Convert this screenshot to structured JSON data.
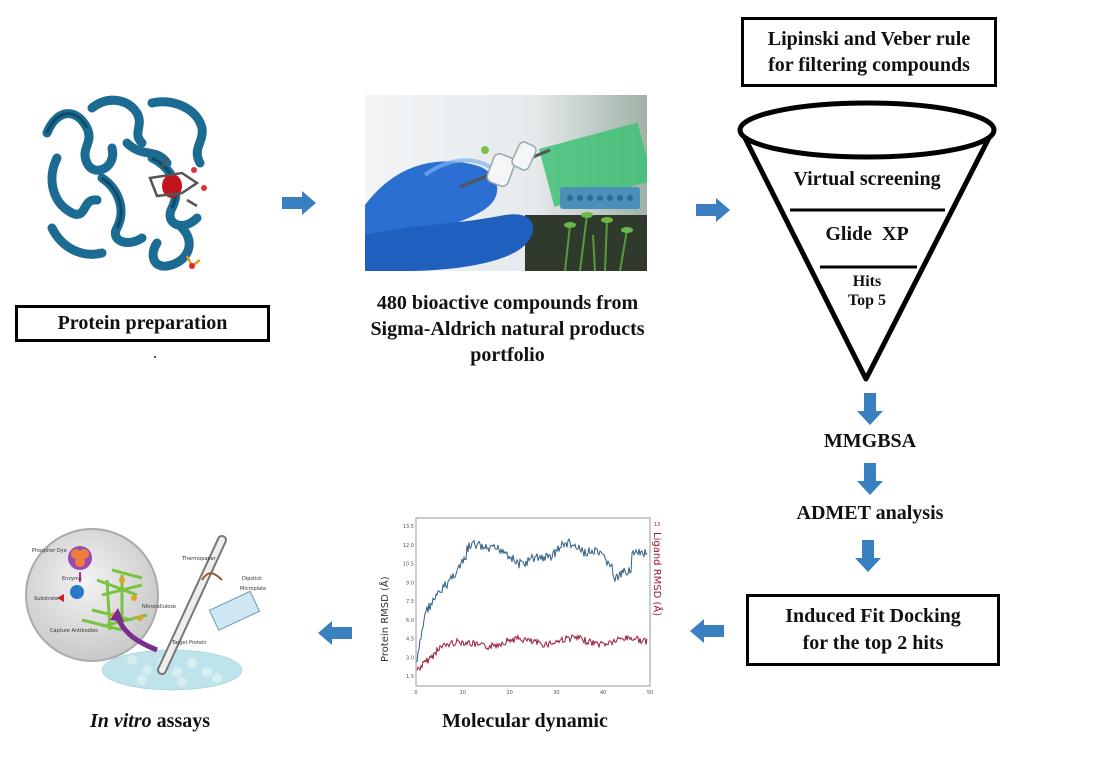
{
  "steps": {
    "protein_preparation": "Protein preparation",
    "compounds": [
      "480 bioactive compounds from",
      "Sigma-Aldrich natural products",
      "portfolio"
    ],
    "filter_rule": [
      "Lipinski and Veber rule",
      "for filtering compounds"
    ],
    "funnel_levels": [
      "Virtual screening",
      "Glide  XP",
      "Hits",
      "Top 5"
    ],
    "mmgbsa": "MMGBSA",
    "admet": "ADMET analysis",
    "ifd": [
      "Induced Fit Docking",
      "for the top 2 hits"
    ],
    "md": "Molecular dynamic",
    "in_vitro_italic": "In vitro",
    "in_vitro_rest": " assays"
  },
  "colors": {
    "arrow": "#3a7fbf",
    "protein": "#1c6b93",
    "glove": "#2a6fd1",
    "protein_rmsd": "#2f5f86",
    "ligand_rmsd": "#9b1b3a"
  },
  "md_plot": {
    "left_axis_label": "Protein RMSD (Å)",
    "right_axis_label": "Ligand RMSD (Å) ",
    "left_ticks": [
      "13.5",
      "12.0",
      "10.5",
      "9.0",
      "7.5",
      "6.0",
      "4.5",
      "3.0",
      "1.5"
    ],
    "right_ticks": [
      "13"
    ],
    "x_ticks": [
      "0",
      "10",
      "20",
      "30",
      "40",
      "50"
    ]
  },
  "assay_labels": [
    "Phosphor Dye",
    "Enzyme",
    "Substrate",
    "Capture Antibodies",
    "Thermopaper",
    "Dipstick",
    "Microplate",
    "Nitrocellulose",
    "Target Protein"
  ]
}
